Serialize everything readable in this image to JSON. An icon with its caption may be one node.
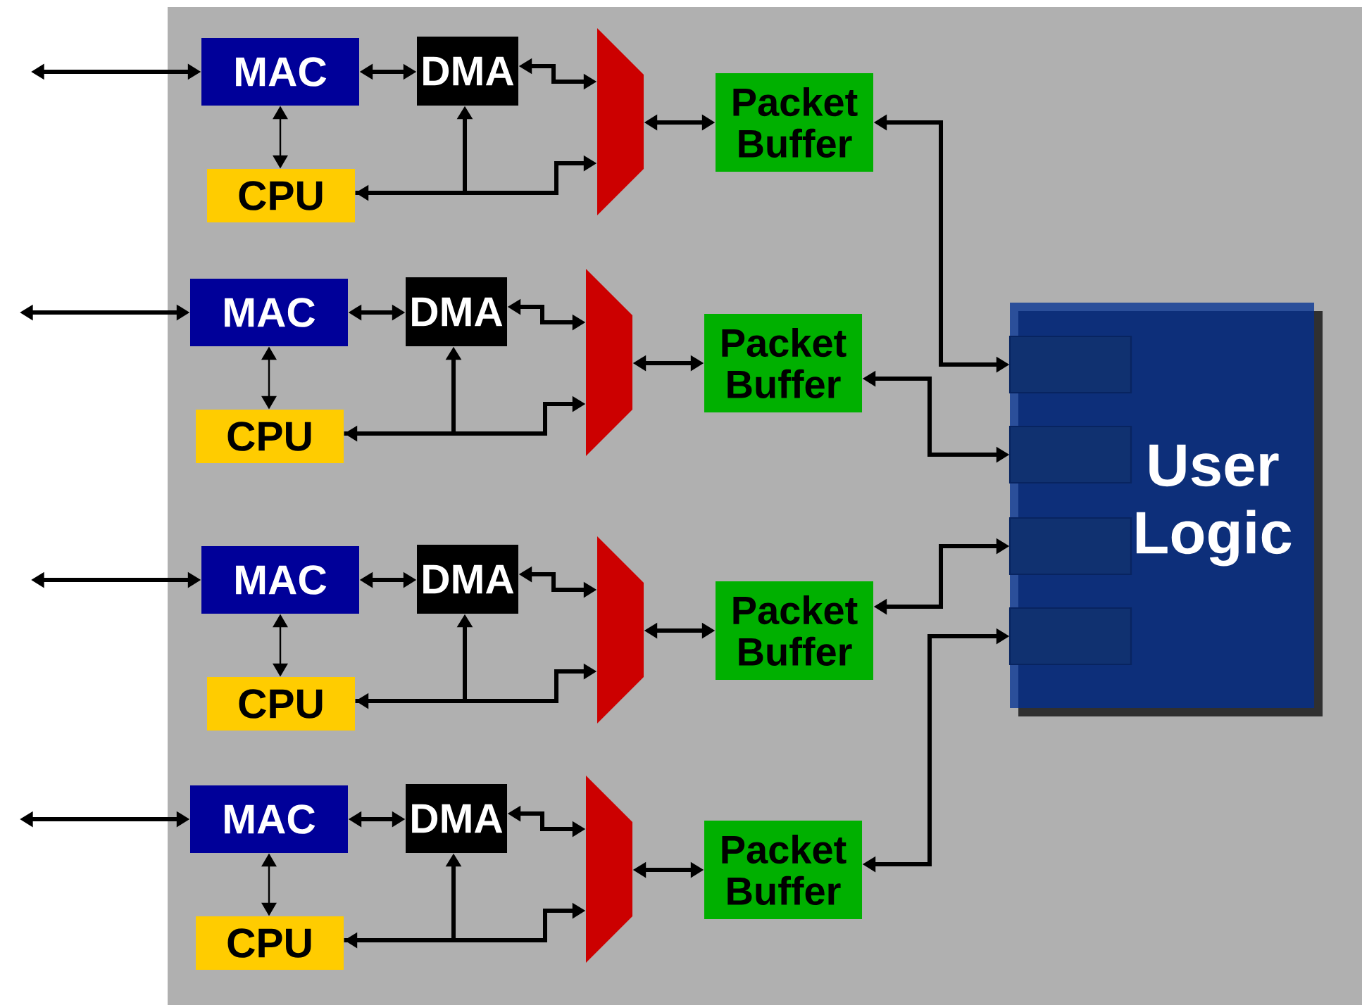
{
  "diagram": {
    "nodes": [
      {
        "text": [
          "MAC"
        ]
      },
      {
        "text": [
          "DMA"
        ]
      },
      {
        "text": [
          "CPU"
        ]
      },
      {
        "text": [],
        "shape": "trapezoid"
      },
      {
        "text": [
          "Packet Buffer"
        ]
      },
      {
        "text": [
          "MAC"
        ]
      },
      {
        "text": [
          "DMA"
        ]
      },
      {
        "text": [
          "CPU"
        ]
      },
      {
        "text": [],
        "shape": "trapezoid"
      },
      {
        "text": [
          "Packet Buffer"
        ]
      },
      {
        "text": [
          "MAC"
        ]
      },
      {
        "text": [
          "DMA"
        ]
      },
      {
        "text": [
          "CPU"
        ]
      },
      {
        "text": [],
        "shape": "trapezoid"
      },
      {
        "text": [
          "Packet Buffer"
        ]
      },
      {
        "text": [
          "MAC"
        ]
      },
      {
        "text": [
          "DMA"
        ]
      },
      {
        "text": [
          "CPU"
        ]
      },
      {
        "text": [],
        "shape": "trapezoid"
      },
      {
        "text": [
          "Packet Buffer"
        ]
      },
      {
        "text": [
          "User Logic"
        ]
      },
      {
        "text": [],
        "shape": "box",
        "in": 20
      },
      {
        "text": [],
        "shape": "box",
        "in": 20
      },
      {
        "text": [],
        "shape": "box",
        "in": 20
      },
      {
        "text": [],
        "shape": "box",
        "in": 20
      }
    ],
    "edges": [
      {
        "from": null,
        "to": 0,
        "arrow": "both"
      },
      {
        "from": 0,
        "to": 1,
        "arrow": "both"
      },
      {
        "from": 0,
        "to": 2,
        "arrow": "both"
      },
      {
        "from": 1,
        "to": 3,
        "arrow": "both"
      },
      {
        "from": 2,
        "to": 1,
        "arrow": "to"
      },
      {
        "from": 2,
        "to": 3,
        "arrow": "both"
      },
      {
        "from": 3,
        "to": 4,
        "arrow": "both"
      },
      {
        "from": null,
        "to": 5,
        "arrow": "both"
      },
      {
        "from": 5,
        "to": 6,
        "arrow": "both"
      },
      {
        "from": 5,
        "to": 7,
        "arrow": "both"
      },
      {
        "from": 6,
        "to": 8,
        "arrow": "both"
      },
      {
        "from": 7,
        "to": 6,
        "arrow": "to"
      },
      {
        "from": 7,
        "to": 8,
        "arrow": "both"
      },
      {
        "from": 8,
        "to": 9,
        "arrow": "both"
      },
      {
        "from": null,
        "to": 10,
        "arrow": "both"
      },
      {
        "from": 10,
        "to": 11,
        "arrow": "both"
      },
      {
        "from": 10,
        "to": 12,
        "arrow": "both"
      },
      {
        "from": 11,
        "to": 13,
        "arrow": "both"
      },
      {
        "from": 12,
        "to": 11,
        "arrow": "to"
      },
      {
        "from": 12,
        "to": 13,
        "arrow": "both"
      },
      {
        "from": 13,
        "to": 14,
        "arrow": "both"
      },
      {
        "from": null,
        "to": 15,
        "arrow": "both"
      },
      {
        "from": 15,
        "to": 16,
        "arrow": "both"
      },
      {
        "from": 15,
        "to": 17,
        "arrow": "both"
      },
      {
        "from": 16,
        "to": 18,
        "arrow": "both"
      },
      {
        "from": 17,
        "to": 16,
        "arrow": "to"
      },
      {
        "from": 17,
        "to": 18,
        "arrow": "both"
      },
      {
        "from": 18,
        "to": 19,
        "arrow": "both"
      },
      {
        "from": 4,
        "to": 21,
        "arrow": "both"
      },
      {
        "from": 9,
        "to": 22,
        "arrow": "both"
      },
      {
        "from": 14,
        "to": 23,
        "arrow": "both"
      },
      {
        "from": 19,
        "to": 24,
        "arrow": "both"
      }
    ]
  }
}
